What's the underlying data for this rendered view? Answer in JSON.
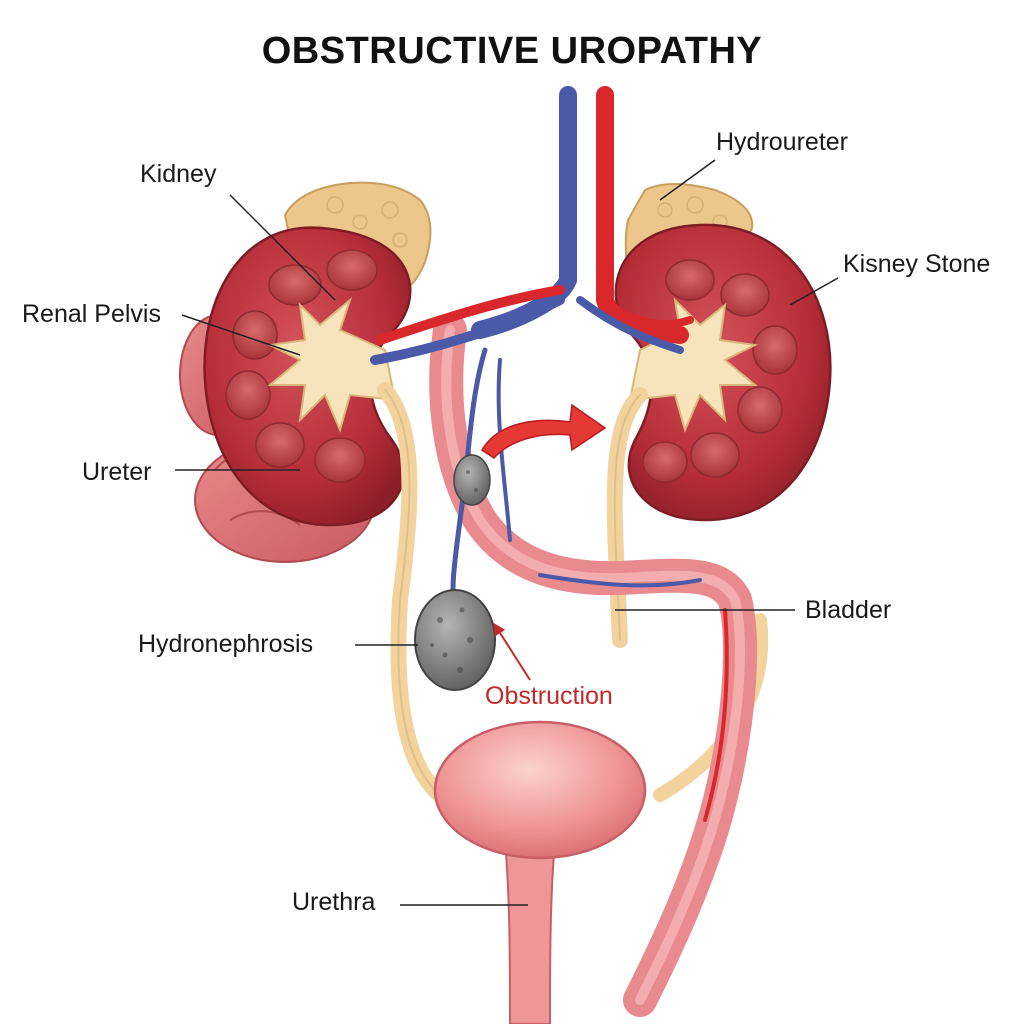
{
  "title": "OBSTRUCTIVE UROPATHY",
  "labels": {
    "kidney": "Kidney",
    "renal_pelvis": "Renal Pelvis",
    "ureter": "Ureter",
    "hydronephrosis": "Hydronephrosis",
    "urethra": "Urethra",
    "hydroureter": "Hydroureter",
    "kidney_stone": "Kisney Stone",
    "bladder": "Bladder",
    "obstruction": "Obstruction"
  },
  "colors": {
    "kidney": "#b52d38",
    "pelvis": "#f7e4bb",
    "ureter": "#f2d39e",
    "artery": "#d8282c",
    "vein": "#4a5aa8",
    "adrenal": "#ecc68a",
    "bladder": "#ef9696",
    "stone": "#8a8a8a",
    "obstruction": "#c62828"
  }
}
